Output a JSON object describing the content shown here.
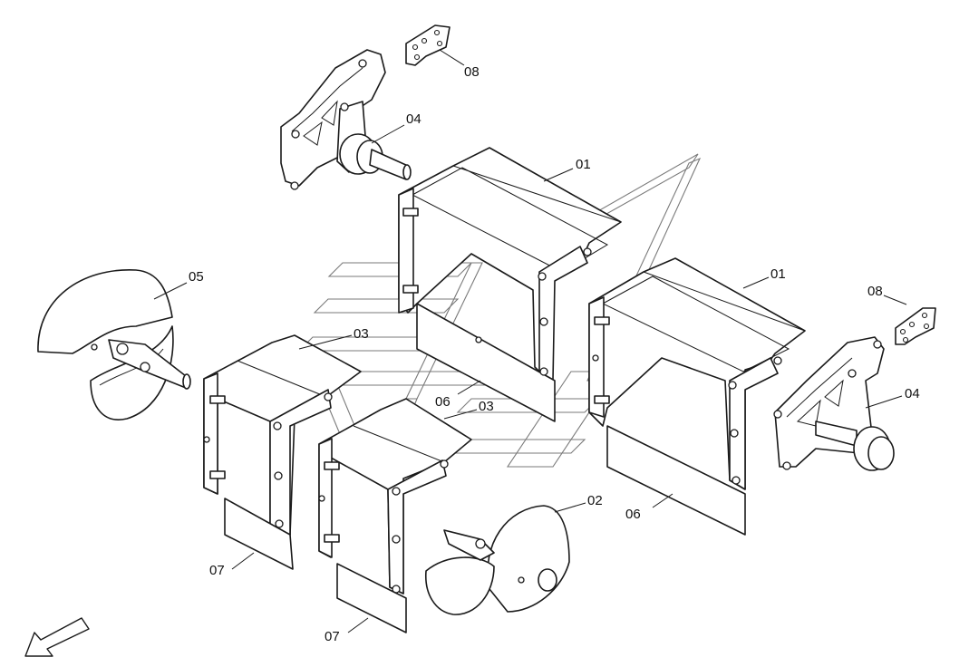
{
  "callouts": [
    {
      "id": "c08a",
      "text": "08"
    },
    {
      "id": "c04a",
      "text": "04"
    },
    {
      "id": "c01a",
      "text": "01"
    },
    {
      "id": "c05",
      "text": "05"
    },
    {
      "id": "c03a",
      "text": "03"
    },
    {
      "id": "c01b",
      "text": "01"
    },
    {
      "id": "c08b",
      "text": "08"
    },
    {
      "id": "c06a",
      "text": "06"
    },
    {
      "id": "c03b",
      "text": "03"
    },
    {
      "id": "c04b",
      "text": "04"
    },
    {
      "id": "c02",
      "text": "02"
    },
    {
      "id": "c06b",
      "text": "06"
    },
    {
      "id": "c07a",
      "text": "07"
    },
    {
      "id": "c07b",
      "text": "07"
    }
  ],
  "icons": {
    "direction": "direction-arrow-icon",
    "watermark": "watermark-logo-icon"
  }
}
